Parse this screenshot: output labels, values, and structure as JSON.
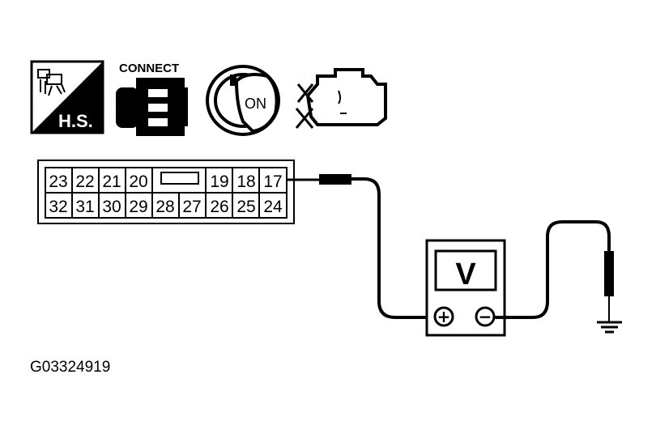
{
  "icons": {
    "hs_label": "H.S.",
    "connect_label": "CONNECT",
    "ignition_label": "ON",
    "hs_icon": "harness-side-icon",
    "connector_icon": "connector-icon",
    "key_icon": "ignition-key-icon",
    "engine_icon": "engine-stopped-icon"
  },
  "connector": {
    "top_row": [
      "23",
      "22",
      "21",
      "20",
      "",
      "19",
      "18",
      "17"
    ],
    "bottom_row": [
      "32",
      "31",
      "30",
      "29",
      "28",
      "27",
      "26",
      "25",
      "24"
    ]
  },
  "voltmeter": {
    "display": "V",
    "plus": "+",
    "minus": "−"
  },
  "figure_code": "G03324919"
}
